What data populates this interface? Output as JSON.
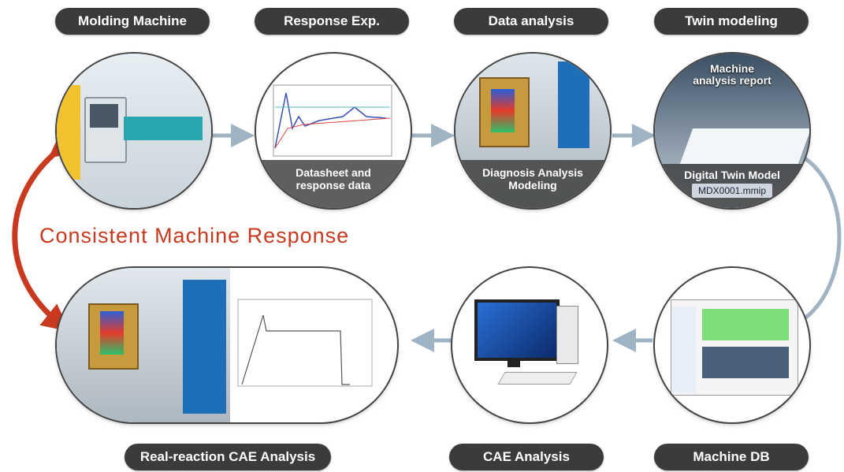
{
  "steps": {
    "molding_machine": "Molding Machine",
    "response_exp": "Response Exp.",
    "data_analysis": "Data analysis",
    "twin_modeling": "Twin modeling",
    "machine_db": "Machine DB",
    "cae_analysis": "CAE Analysis",
    "real_reaction": "Real-reaction CAE Analysis"
  },
  "captions": {
    "response_line1": "Datasheet and",
    "response_line2": "response data",
    "diag_line1": "Diagnosis Analysis",
    "diag_line2": "Modeling",
    "twin_model": "Digital Twin Model",
    "twin_file": "MDX0001.mmip",
    "report_line1": "Machine",
    "report_line2": "analysis report"
  },
  "headline": "Consistent Machine Response",
  "colors": {
    "accent": "#c8391f",
    "arrow": "#9fb3c2",
    "pill": "#3b3b3b"
  }
}
